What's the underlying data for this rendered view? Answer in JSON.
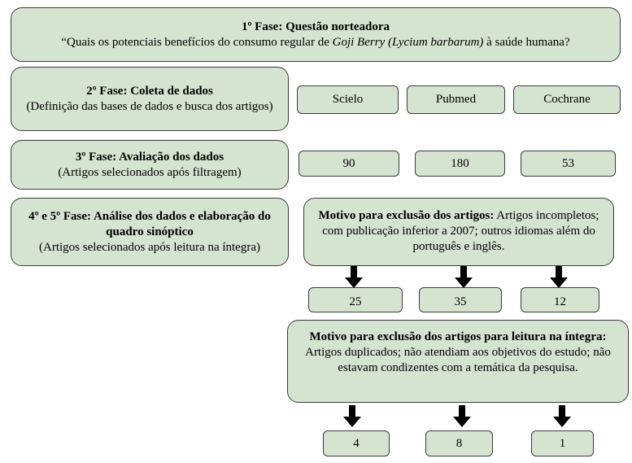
{
  "phase1": {
    "title": "1º Fase: Questão norteadora",
    "question_pre": "“Quais os potenciais benefícios do consumo regular de ",
    "question_italic": "Goji Berry (Lycium barbarum)",
    "question_post": " à saúde humana?"
  },
  "phase2": {
    "title": "2º Fase: Coleta de dados",
    "subtitle": "(Definição das bases de dados e busca dos artigos)"
  },
  "databases": [
    "Scielo",
    "Pubmed",
    "Cochrane"
  ],
  "phase3": {
    "title": "3º Fase: Avaliação dos dados",
    "subtitle": "(Artigos selecionados após filtragem)"
  },
  "counts_filtered": [
    "90",
    "180",
    "53"
  ],
  "phase45": {
    "title": "4º e 5º Fase: Análise dos dados e elaboração do quadro sinóptico",
    "subtitle": "(Artigos selecionados após leitura na íntegra)"
  },
  "exclusion1": {
    "label": "Motivo para exclusão dos artigos:",
    "text": " Artigos incompletos; com publicação inferior a 2007; outros idiomas além do português e inglês."
  },
  "counts_after_exclusion1": [
    "25",
    "35",
    "12"
  ],
  "exclusion2": {
    "label": "Motivo para exclusão dos artigos para leitura na íntegra:",
    "text": " Artigos duplicados; não atendiam aos objetivos do estudo; não estavam condizentes com a temática da pesquisa."
  },
  "counts_final": [
    "4",
    "8",
    "1"
  ]
}
